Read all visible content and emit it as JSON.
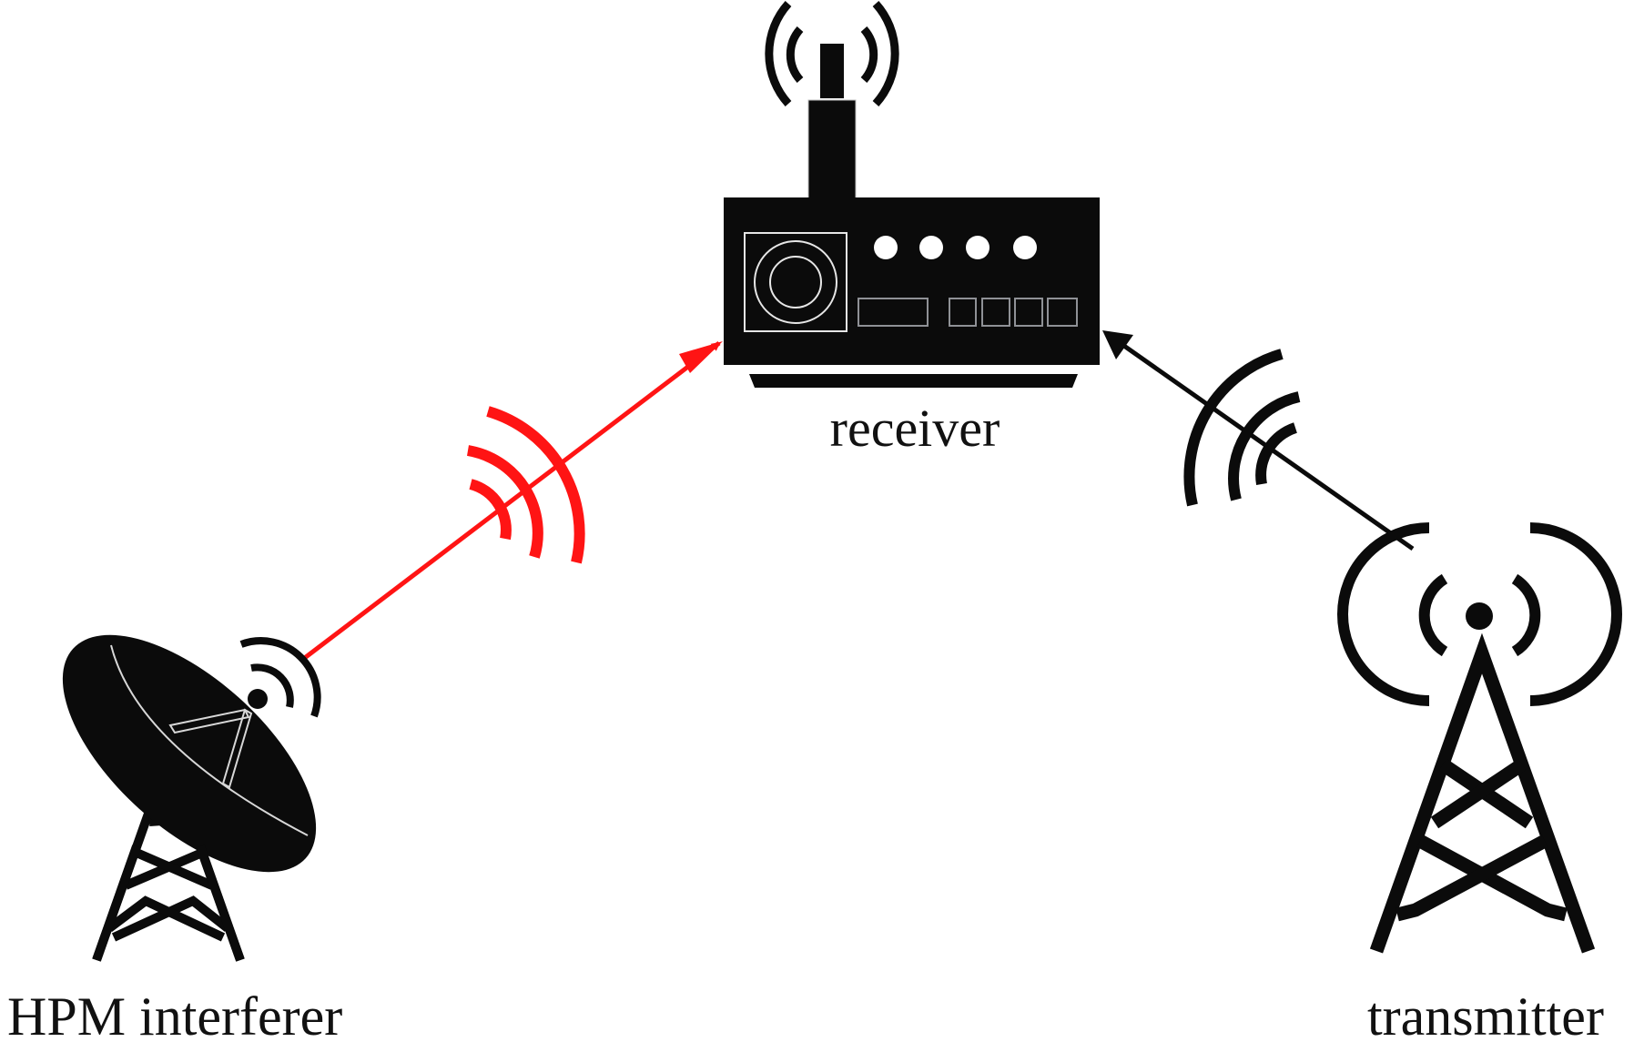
{
  "diagram": {
    "type": "signal-interference-scenario",
    "nodes": {
      "receiver": {
        "label": "receiver",
        "icon": "radio-receiver-icon"
      },
      "interferer": {
        "label": "HPM interferer",
        "icon": "satellite-dish-tower-icon"
      },
      "transmitter": {
        "label": "transmitter",
        "icon": "radio-tower-icon"
      }
    },
    "links": [
      {
        "from": "interferer",
        "to": "receiver",
        "style": "interference",
        "color": "#ff1414",
        "icon": "red-signal-waves-icon"
      },
      {
        "from": "transmitter",
        "to": "receiver",
        "style": "signal",
        "color": "#0b0b0b",
        "icon": "black-signal-waves-icon"
      }
    ],
    "colors": {
      "ink": "#0b0b0b",
      "interference": "#ff1414",
      "detail": "#c8c8c8",
      "background": "#ffffff"
    }
  }
}
